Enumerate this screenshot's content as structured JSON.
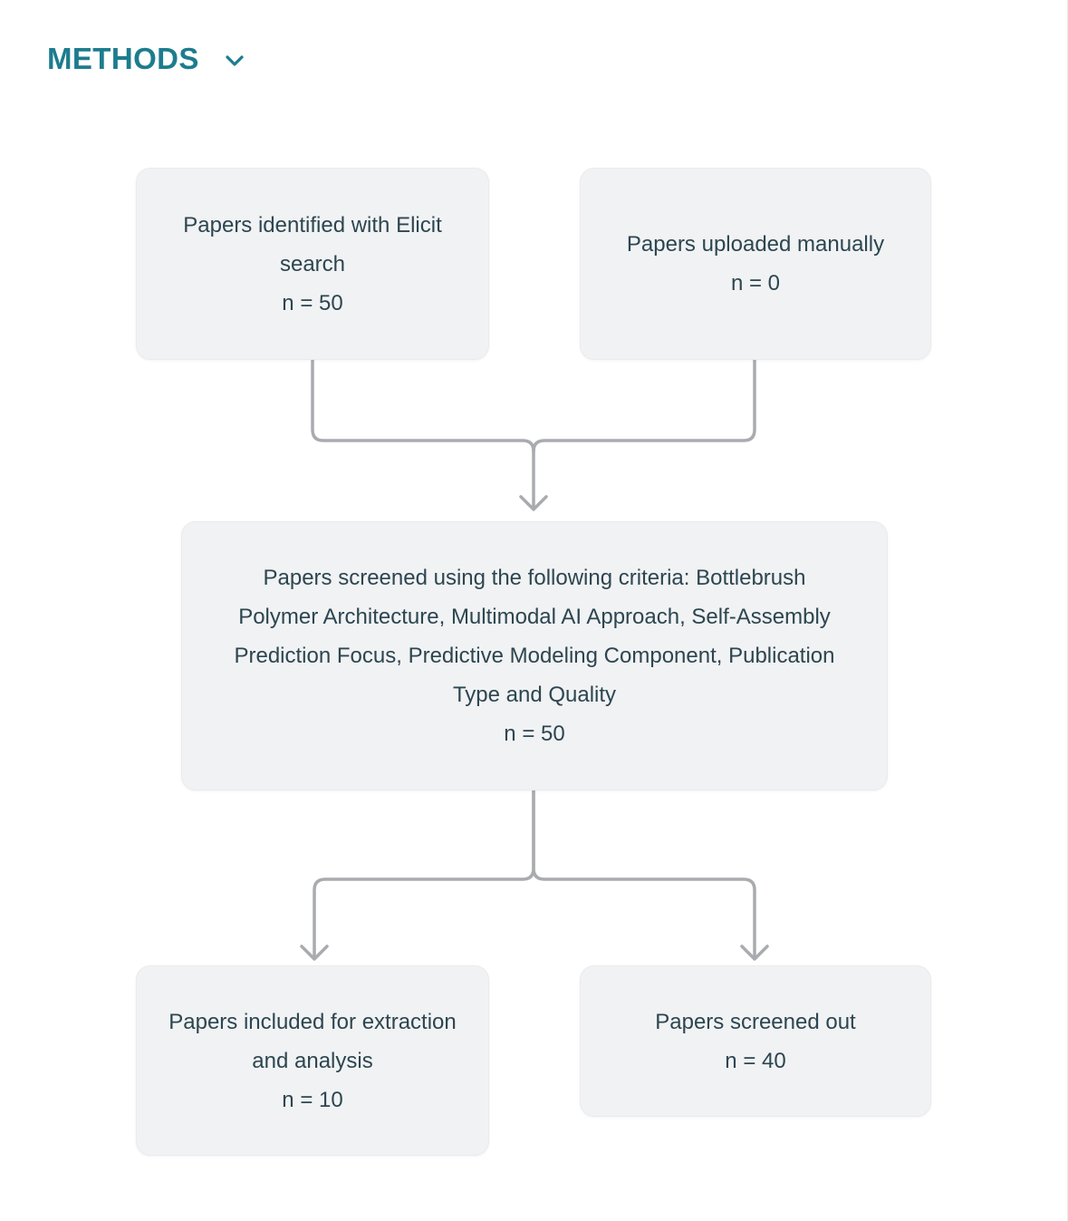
{
  "header": {
    "title": "METHODS",
    "chevron_icon": "chevron-down"
  },
  "colors": {
    "accent_teal": "#1d7c8e",
    "box_fill": "#f1f2f4",
    "box_border": "#e9ebee",
    "box_text": "#2c4650",
    "connector_gray": "#a9abaf"
  },
  "diagram": {
    "type": "flowchart",
    "boxes": [
      {
        "id": "identified",
        "label": "Papers identified with Elicit search",
        "count": "n = 50"
      },
      {
        "id": "uploaded",
        "label": "Papers uploaded manually",
        "count": "n = 0"
      },
      {
        "id": "screened",
        "label": "Papers screened using the following criteria: Bottlebrush Polymer Architecture, Multimodal AI Approach, Self-Assembly Prediction Focus, Predictive Modeling Component, Publication Type and Quality",
        "count": "n = 50"
      },
      {
        "id": "included",
        "label": "Papers included for extraction and analysis",
        "count": "n = 10"
      },
      {
        "id": "screened_out",
        "label": "Papers screened out",
        "count": "n = 40"
      }
    ],
    "edges": [
      {
        "from": "identified",
        "to": "screened"
      },
      {
        "from": "uploaded",
        "to": "screened"
      },
      {
        "from": "screened",
        "to": "included"
      },
      {
        "from": "screened",
        "to": "screened_out"
      }
    ]
  }
}
